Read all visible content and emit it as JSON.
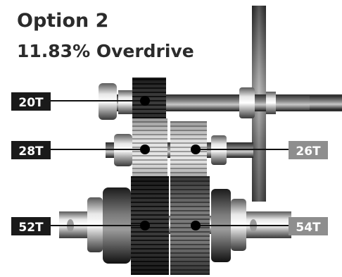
{
  "title": {
    "line1": "Option 2",
    "line2": "11.83% Overdrive"
  },
  "gear_labels": {
    "left_top": "20T",
    "left_middle": "28T",
    "left_bottom": "52T",
    "right_middle": "26T",
    "right_bottom": "54T"
  },
  "colors": {
    "title": "#2b2b2b",
    "dark_tag": "#1a1a1a",
    "light_tag": "#8e8e8e",
    "leader_line": "#111111",
    "hub_dot": "#000000"
  }
}
